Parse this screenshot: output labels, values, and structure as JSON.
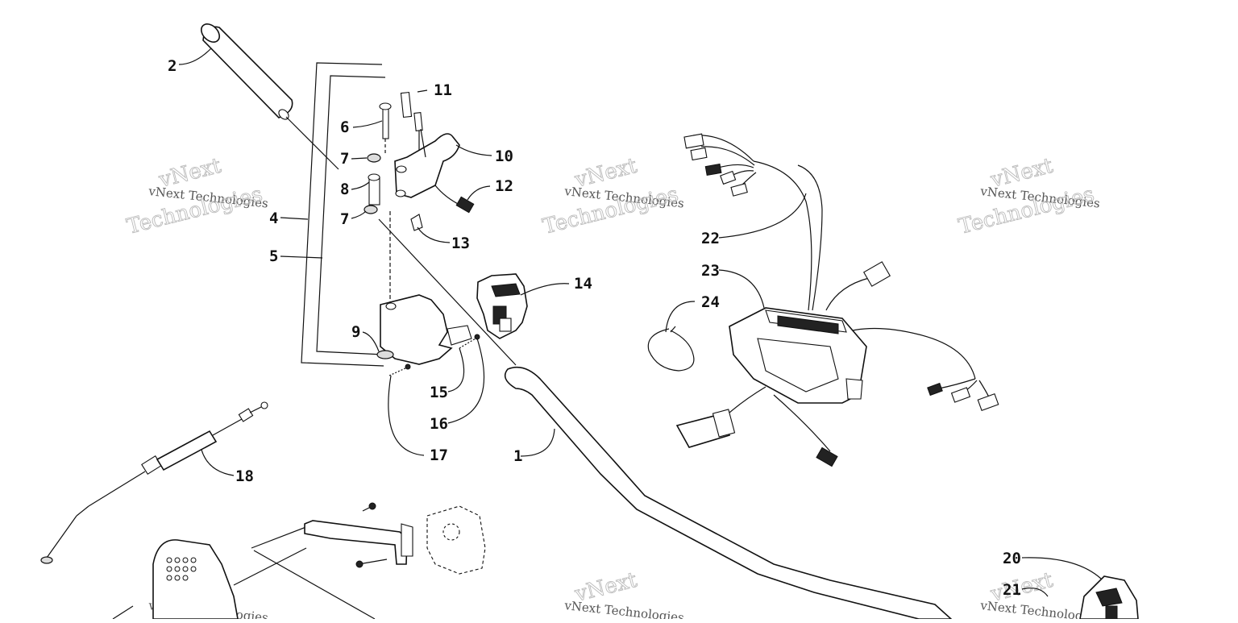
{
  "diagram": {
    "callouts": [
      {
        "id": "c1",
        "label": "1"
      },
      {
        "id": "c2",
        "label": "2"
      },
      {
        "id": "c4",
        "label": "4"
      },
      {
        "id": "c5",
        "label": "5"
      },
      {
        "id": "c6",
        "label": "6"
      },
      {
        "id": "c7a",
        "label": "7"
      },
      {
        "id": "c7b",
        "label": "7"
      },
      {
        "id": "c8",
        "label": "8"
      },
      {
        "id": "c9",
        "label": "9"
      },
      {
        "id": "c10",
        "label": "10"
      },
      {
        "id": "c11",
        "label": "11"
      },
      {
        "id": "c12",
        "label": "12"
      },
      {
        "id": "c13",
        "label": "13"
      },
      {
        "id": "c14",
        "label": "14"
      },
      {
        "id": "c15",
        "label": "15"
      },
      {
        "id": "c16",
        "label": "16"
      },
      {
        "id": "c17",
        "label": "17"
      },
      {
        "id": "c18",
        "label": "18"
      },
      {
        "id": "c20",
        "label": "20"
      },
      {
        "id": "c21",
        "label": "21"
      },
      {
        "id": "c22",
        "label": "22"
      },
      {
        "id": "c23",
        "label": "23"
      },
      {
        "id": "c24",
        "label": "24"
      }
    ]
  },
  "watermark": {
    "line1": "vNext",
    "line2": "vNext Technologies",
    "line3": "Technologies"
  }
}
